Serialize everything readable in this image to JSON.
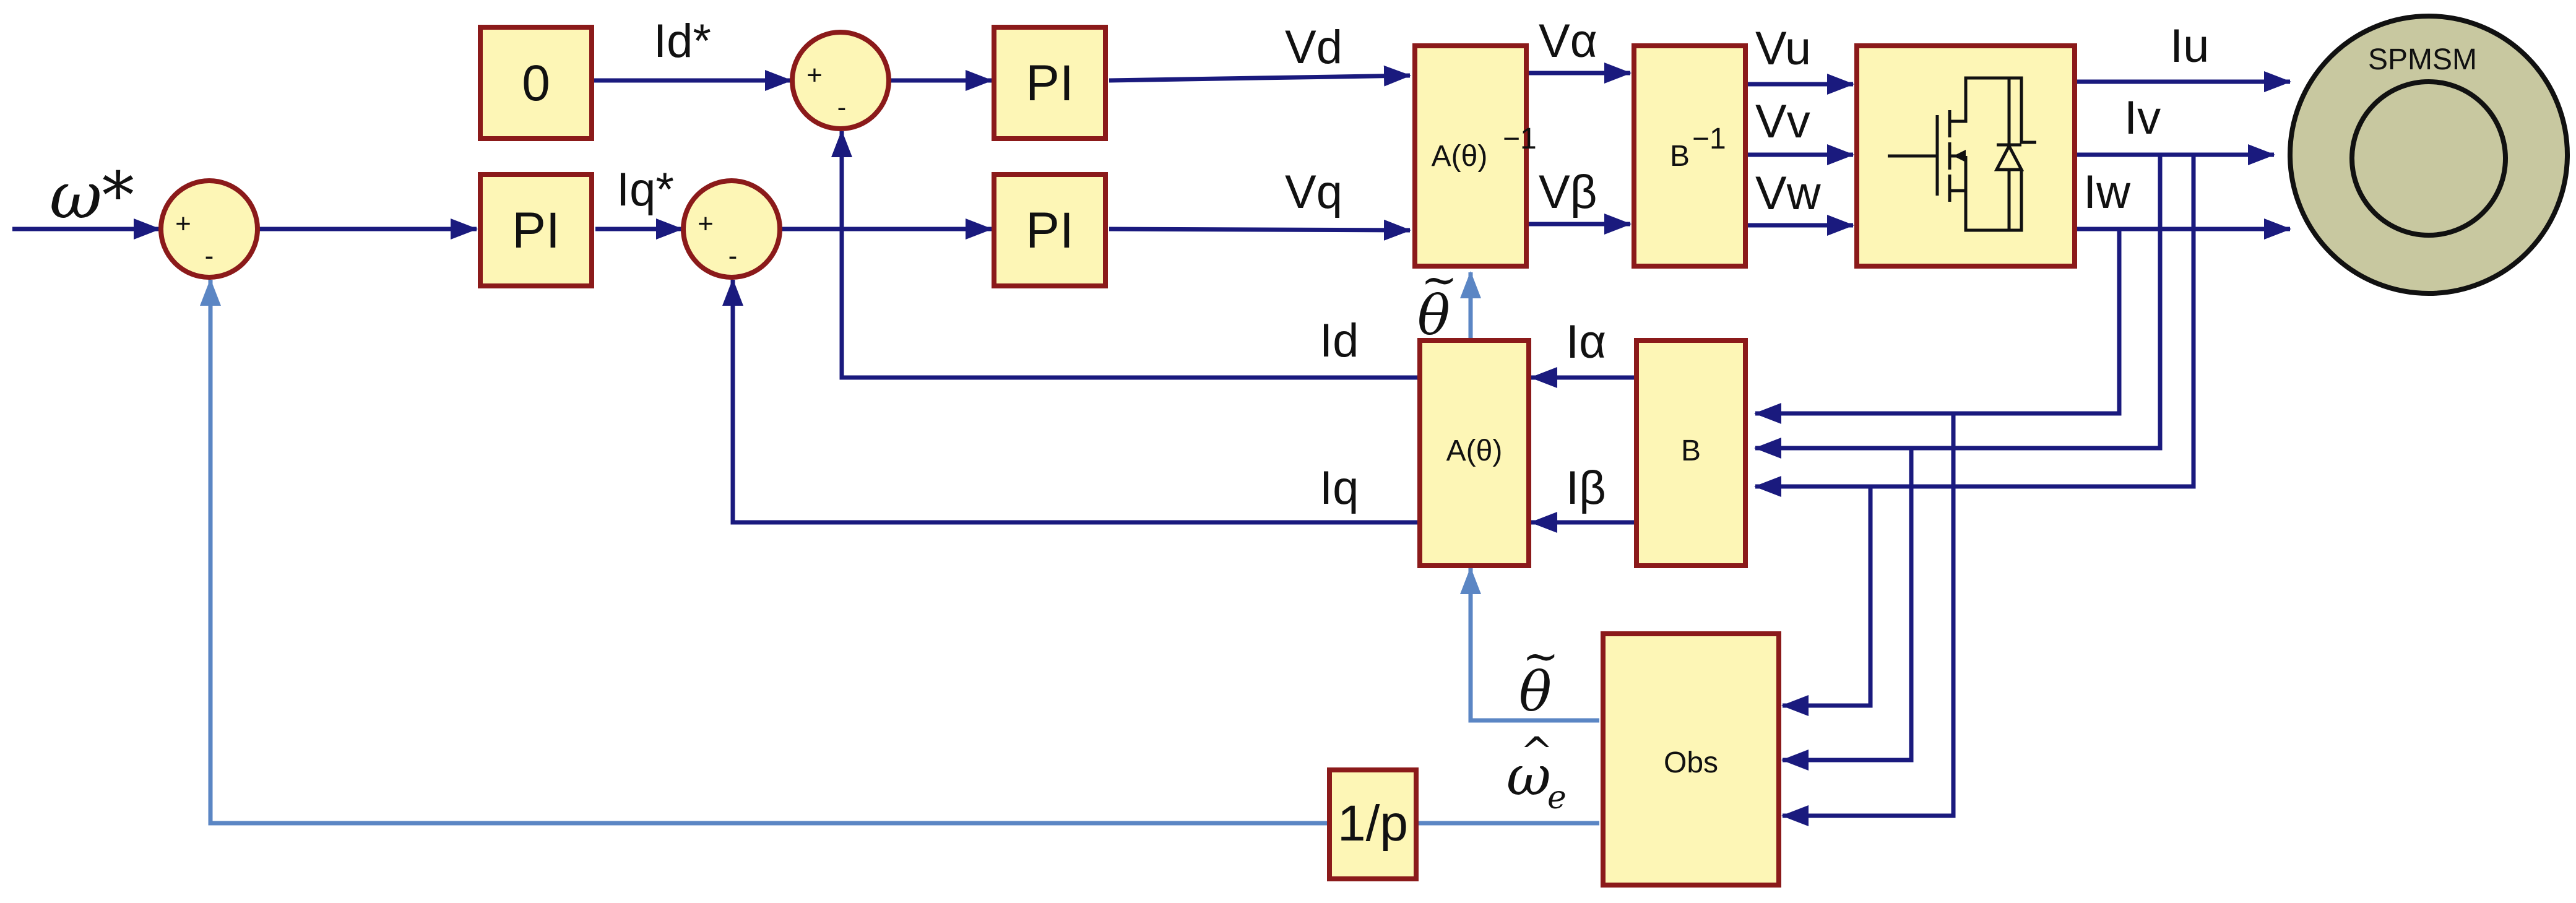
{
  "blocks": {
    "zero": "0",
    "pi_speed": "PI",
    "pi_d": "PI",
    "pi_q": "PI",
    "inv_park": "A(θ)",
    "inv_park_exp": "−1",
    "inv_clarke": "B",
    "inv_clarke_exp": "−1",
    "park": "A(θ)",
    "clarke": "B",
    "observer": "Obs",
    "integrator": "1/p",
    "motor": "SPMSM"
  },
  "signals": {
    "omega_ref": "ω*",
    "id_ref": "Id*",
    "iq_ref": "Iq*",
    "vd": "Vd",
    "vq": "Vq",
    "v_alpha": "Vα",
    "v_beta": "Vβ",
    "vu": "Vu",
    "vv": "Vv",
    "vw": "Vw",
    "iu": "Iu",
    "iv": "Iv",
    "iw": "Iw",
    "id": "Id",
    "iq": "Iq",
    "i_alpha": "Iα",
    "i_beta": "Iβ",
    "theta_est": "θ",
    "theta_tilde": "~",
    "omega_est": "ω",
    "omega_hat": "^",
    "omega_sub": "e"
  },
  "signs": {
    "plus": "+",
    "minus": "-"
  }
}
